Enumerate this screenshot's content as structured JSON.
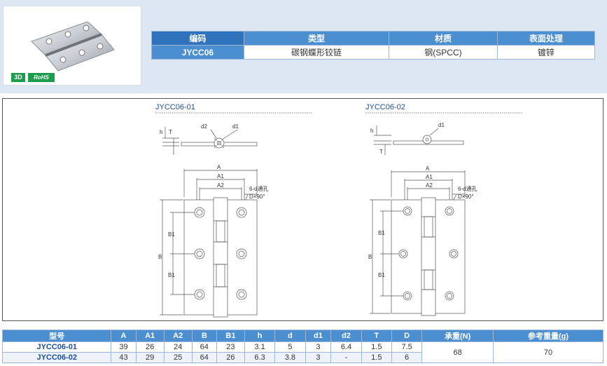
{
  "badges": {
    "three_d": "3D",
    "rohs": "RoHS"
  },
  "spec_table": {
    "headers": [
      "编码",
      "类型",
      "材质",
      "表面处理"
    ],
    "row": [
      "JYCC06",
      "碳钢蝶形铰链",
      "钢(SPCC)",
      "镀锌"
    ]
  },
  "drawing": {
    "view1": {
      "title": "JYCC06-01",
      "labels": {
        "h": "h",
        "T": "T",
        "d2": "d2",
        "d1": "d1",
        "A": "A",
        "A1": "A1",
        "A2": "A2",
        "B": "B",
        "B1a": "B1",
        "B1b": "B1",
        "hole_note1": "6-d通孔",
        "hole_note2": "D×90°"
      }
    },
    "view2": {
      "title": "JYCC06-02",
      "labels": {
        "h": "h",
        "T": "T",
        "d1": "d1",
        "A": "A",
        "A1": "A1",
        "A2": "A2",
        "B": "B",
        "B1a": "B1",
        "B1b": "B1",
        "hole_note1": "6-d通孔",
        "hole_note2": "D×90°"
      }
    }
  },
  "dims_table": {
    "headers": [
      "型号",
      "A",
      "A1",
      "A2",
      "B",
      "B1",
      "h",
      "d",
      "d1",
      "d2",
      "T",
      "D",
      "承重(N)",
      "参考重量(g)"
    ],
    "rows": [
      [
        "JYCC06-01",
        "39",
        "26",
        "24",
        "64",
        "23",
        "3.1",
        "5",
        "3",
        "6.4",
        "1.5",
        "7.5"
      ],
      [
        "JYCC06-02",
        "43",
        "29",
        "25",
        "64",
        "26",
        "6.3",
        "3.8",
        "3",
        "-",
        "1.5",
        "6"
      ]
    ],
    "load": "68",
    "weight": "70"
  },
  "colors": {
    "header_blue": "#4c8fd0",
    "band": "#dde7f4",
    "green_badge": "#1d9c4c",
    "title_blue": "#1e4d9c"
  }
}
